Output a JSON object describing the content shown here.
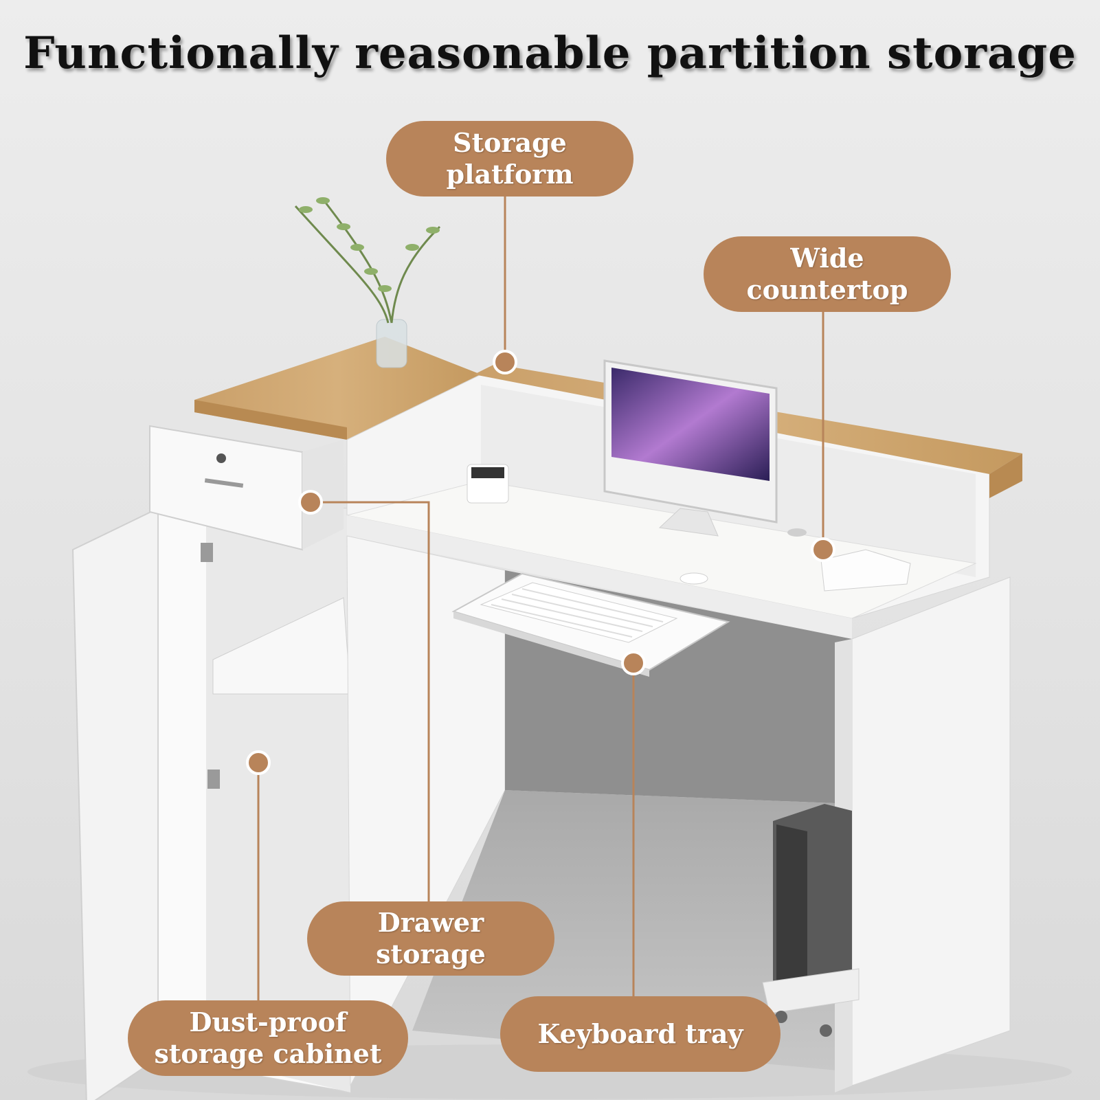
{
  "title": "Functionally reasonable partition storage",
  "colors": {
    "callout": "#b8845a",
    "wood": "#c9a16a",
    "desk_white": "#f7f7f5",
    "background": "#e6e6e6"
  },
  "callouts": [
    {
      "id": "storage-platform",
      "label": "Storage\nplatform"
    },
    {
      "id": "wide-countertop",
      "label": "Wide\ncountertop"
    },
    {
      "id": "drawer-storage",
      "label": "Drawer storage"
    },
    {
      "id": "dust-proof-cabinet",
      "label": "Dust-proof\nstorage cabinet"
    },
    {
      "id": "keyboard-tray",
      "label": "Keyboard tray"
    }
  ]
}
